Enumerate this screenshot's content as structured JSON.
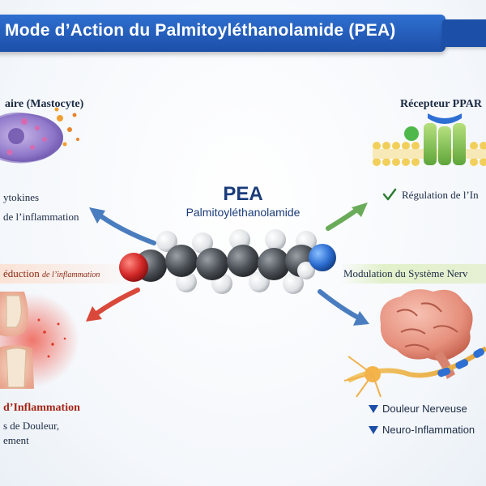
{
  "title": "Mode d’Action du Palmitoyléthanolamide (PEA)",
  "center": {
    "name": "PEA",
    "full_name": "Palmitoyléthanolamide"
  },
  "top_left": {
    "header": "aire (Mastocyte)",
    "line1": "ytokines",
    "line2": "de l’inflammation"
  },
  "top_right": {
    "header": "Récepteur PPAR",
    "check_item": "Régulation de l’In"
  },
  "left_band": {
    "label_main": "éduction",
    "label_small": "de l’inflammation"
  },
  "right_band": {
    "label": "Modulation du Système Nerv"
  },
  "bottom_left": {
    "header": "d’Inflammation",
    "line1": "s de Douleur,",
    "line2": "ement"
  },
  "bottom_right": {
    "items": [
      "Douleur Nerveuse",
      "Neuro-Inflammation"
    ]
  },
  "colors": {
    "banner": "#1c4fa8",
    "oxygen": "#d42a2a",
    "carbon": "#4a4f55",
    "hydrogen": "#e8eaec",
    "nitrogen": "#2e6fd3",
    "arrow_blue": "#4a7dbf",
    "arrow_green": "#6aab5a",
    "arrow_red": "#d9483a"
  },
  "icons": [
    "mast-cell-icon",
    "ppar-receptor-icon",
    "knee-joint-icon",
    "brain-neuron-icon",
    "pea-molecule-icon",
    "check-icon",
    "triangle-bullet-icon"
  ]
}
